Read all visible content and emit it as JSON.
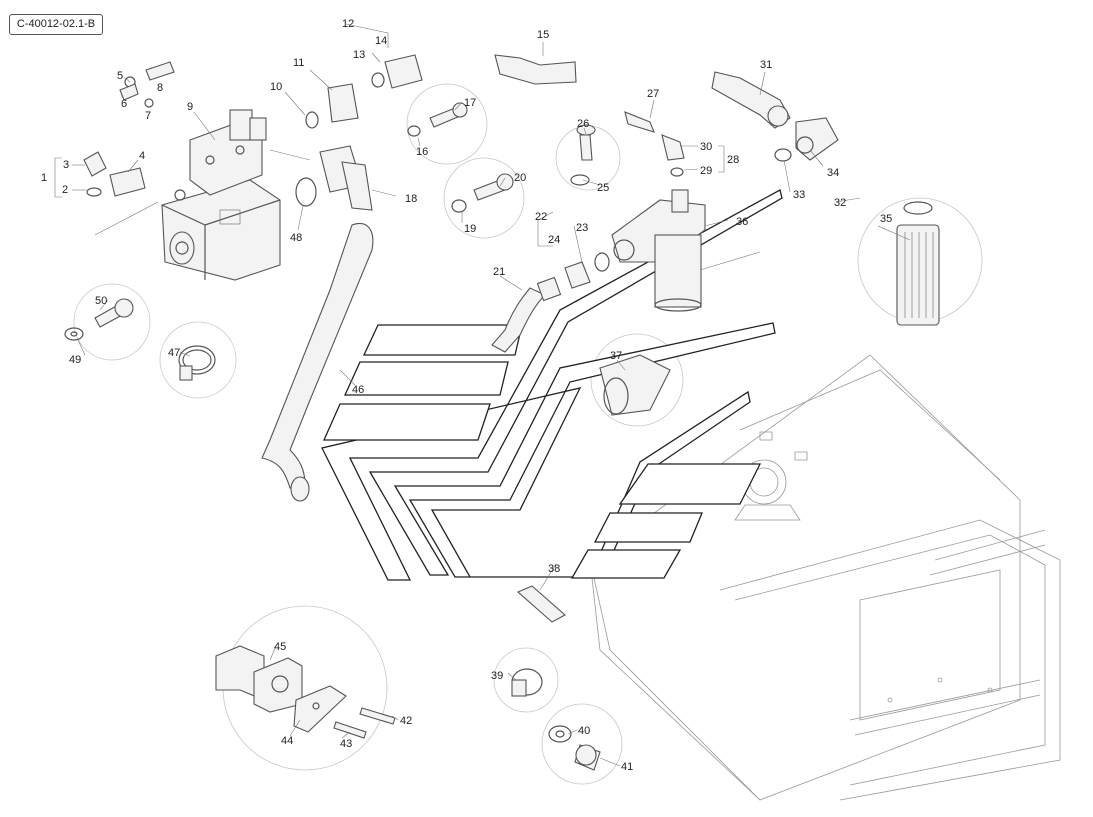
{
  "diagram": {
    "reference": "C-40012-02.1-B",
    "callouts": [
      {
        "label": "1"
      },
      {
        "label": "2"
      },
      {
        "label": "3"
      },
      {
        "label": "4"
      },
      {
        "label": "5"
      },
      {
        "label": "6"
      },
      {
        "label": "7"
      },
      {
        "label": "8"
      },
      {
        "label": "9"
      },
      {
        "label": "10"
      },
      {
        "label": "11"
      },
      {
        "label": "12"
      },
      {
        "label": "13"
      },
      {
        "label": "14"
      },
      {
        "label": "15"
      },
      {
        "label": "16"
      },
      {
        "label": "17"
      },
      {
        "label": "18"
      },
      {
        "label": "19"
      },
      {
        "label": "20"
      },
      {
        "label": "21"
      },
      {
        "label": "22"
      },
      {
        "label": "23"
      },
      {
        "label": "24"
      },
      {
        "label": "25"
      },
      {
        "label": "26"
      },
      {
        "label": "27"
      },
      {
        "label": "28"
      },
      {
        "label": "29"
      },
      {
        "label": "30"
      },
      {
        "label": "31"
      },
      {
        "label": "32"
      },
      {
        "label": "33"
      },
      {
        "label": "34"
      },
      {
        "label": "35"
      },
      {
        "label": "36"
      },
      {
        "label": "37"
      },
      {
        "label": "38"
      },
      {
        "label": "39"
      },
      {
        "label": "40"
      },
      {
        "label": "41"
      },
      {
        "label": "42"
      },
      {
        "label": "43"
      },
      {
        "label": "44"
      },
      {
        "label": "45"
      },
      {
        "label": "46"
      },
      {
        "label": "47"
      },
      {
        "label": "48"
      },
      {
        "label": "49"
      },
      {
        "label": "50"
      }
    ]
  }
}
